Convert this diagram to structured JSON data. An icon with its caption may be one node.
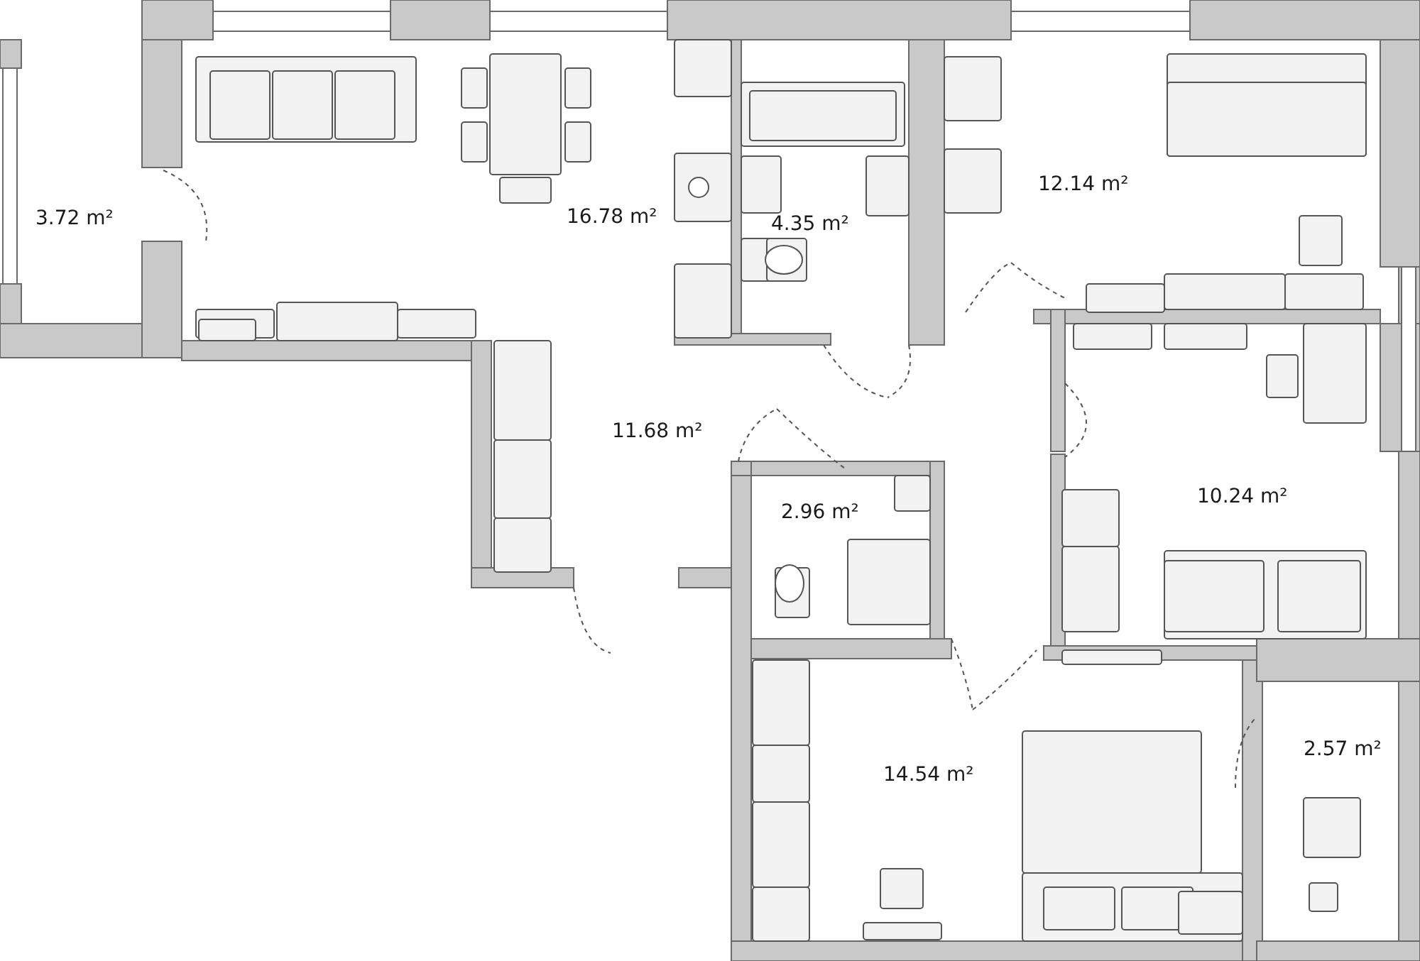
{
  "diagram": {
    "labels": [
      "3.72 m²",
      "16.78 m²",
      "4.35 m²",
      "12.14 m²",
      "11.68 m²",
      "2.96 m²",
      "10.24 m²",
      "14.54 m²",
      "2.57 m²"
    ]
  }
}
